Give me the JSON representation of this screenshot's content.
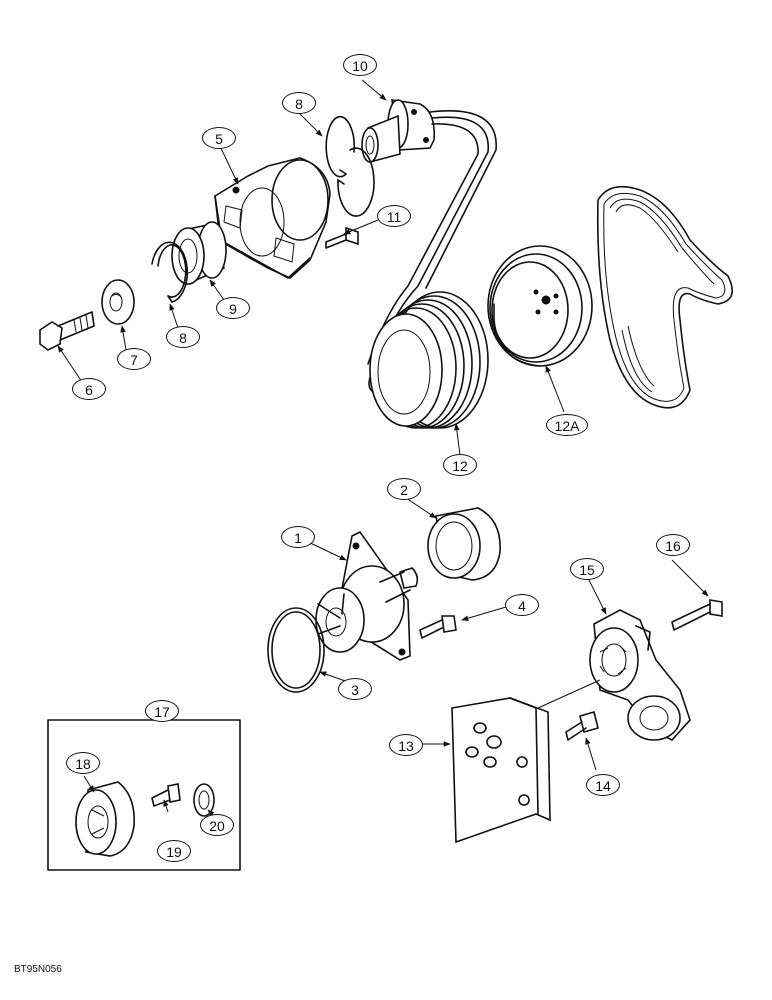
{
  "figure": {
    "reference_code": "BT95N056"
  },
  "callouts": [
    "10",
    "8",
    "5",
    "11",
    "9",
    "8",
    "7",
    "6",
    "12",
    "12A",
    "2",
    "1",
    "4",
    "3",
    "15",
    "16",
    "13",
    "14",
    "17",
    "18",
    "19",
    "20"
  ]
}
